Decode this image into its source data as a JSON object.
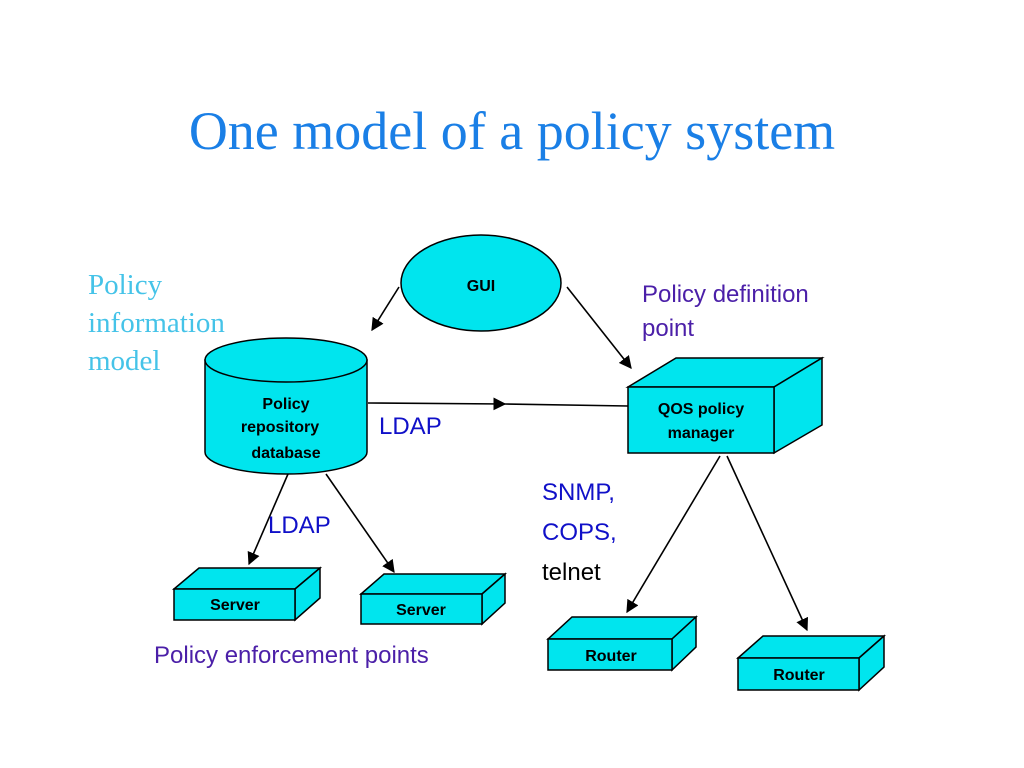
{
  "title": "One model of a policy system",
  "labels": {
    "policy_info_model": [
      "Policy",
      "information",
      "model"
    ],
    "policy_definition_point": [
      "Policy definition",
      "point"
    ],
    "policy_enforcement_points": "Policy enforcement points",
    "ldap_top": "LDAP",
    "ldap_bottom": "LDAP",
    "protocols": [
      "SNMP,",
      "COPS,",
      "telnet"
    ]
  },
  "nodes": {
    "gui": "GUI",
    "repository": [
      "Policy",
      "repository",
      "database"
    ],
    "qos_manager": [
      "QOS policy",
      "manager"
    ],
    "server_left": "Server",
    "server_right": "Server",
    "router_left": "Router",
    "router_right": "Router"
  },
  "colors": {
    "title": "#1a7fe6",
    "node_fill": "#00e5ee",
    "info_model_label": "#45c3e8",
    "purple_label": "#4b1fa8",
    "ldap_label": "#1010c8"
  }
}
